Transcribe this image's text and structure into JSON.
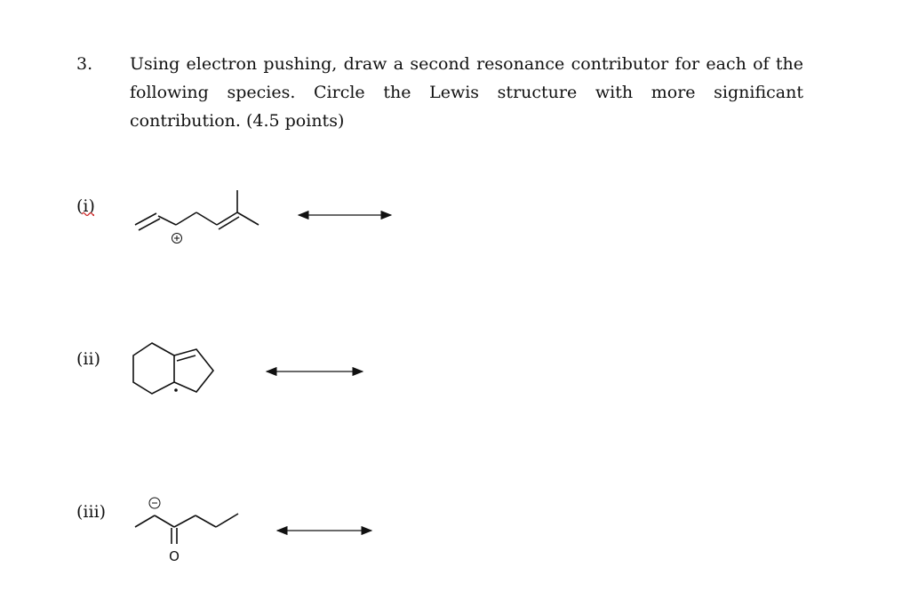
{
  "question": {
    "number": "3.",
    "text": "Using electron pushing, draw a second resonance contributor for each of the following species. Circle the Lewis structure with more significant contribution. (4.5 points)"
  },
  "parts": [
    {
      "label": "(i)",
      "charge_symbol": "+",
      "species": "allylic carbocation (diene chain)"
    },
    {
      "label": "(ii)",
      "radical_symbol": "·",
      "species": "bicyclic radical"
    },
    {
      "label": "(iii)",
      "charge_symbol": "−",
      "atom_label": "O",
      "species": "enolate (ketone)"
    }
  ],
  "colors": {
    "ink": "#111111",
    "squiggle": "#cc2222"
  }
}
